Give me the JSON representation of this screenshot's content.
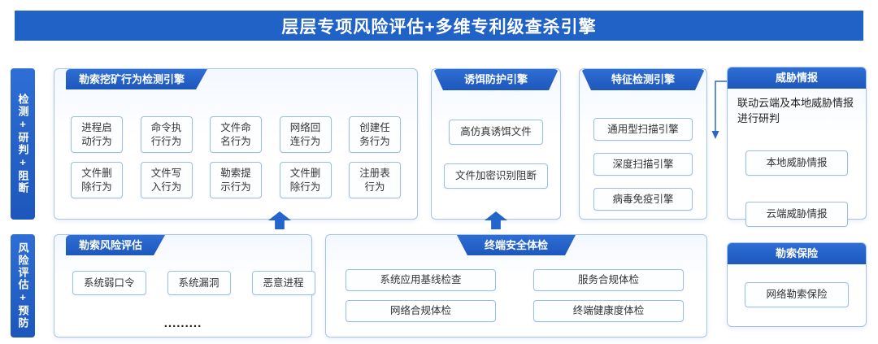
{
  "title": "层层专项风险评估+多维专利级查杀引擎",
  "colors": {
    "primary": "#2062C6",
    "tab_blue": "#2465CB",
    "panel_border": "#A6C3EF",
    "chip_border": "#9CBCEC"
  },
  "side_labels": {
    "top": "检测+研判+阻断",
    "bottom": "风险评估+预防"
  },
  "panels": {
    "ransom_behavior": {
      "title": "勒索挖矿行为检测引擎",
      "items": [
        "进程启动行为",
        "命令执行行为",
        "文件命名行为",
        "网络回连行为",
        "创建任务行为",
        "文件删除行为",
        "文件写入行为",
        "勒索提示行为",
        "文件删除行为",
        "注册表行为"
      ]
    },
    "decoy": {
      "title": "诱饵防护引擎",
      "items": [
        "高仿真诱饵文件",
        "文件加密识别阻断"
      ]
    },
    "signature": {
      "title": "特征检测引擎",
      "items": [
        "通用型扫描引擎",
        "深度扫描引擎",
        "病毒免疫引擎"
      ]
    },
    "threat_intel": {
      "title": "威胁情报",
      "description": "联动云端及本地威胁情报进行研判",
      "items": [
        "本地威胁情报",
        "云端威胁情报"
      ]
    },
    "risk_assessment": {
      "title": "勒索风险评估",
      "items": [
        "系统弱口令",
        "系统漏洞",
        "恶意进程"
      ],
      "more": "........."
    },
    "endpoint_check": {
      "title": "终端安全体检",
      "items": [
        "系统应用基线检查",
        "服务合规体检",
        "网络合规体检",
        "终端健康度体检"
      ]
    },
    "insurance": {
      "title": "勒索保险",
      "items": [
        "网络勒索保险"
      ]
    }
  }
}
